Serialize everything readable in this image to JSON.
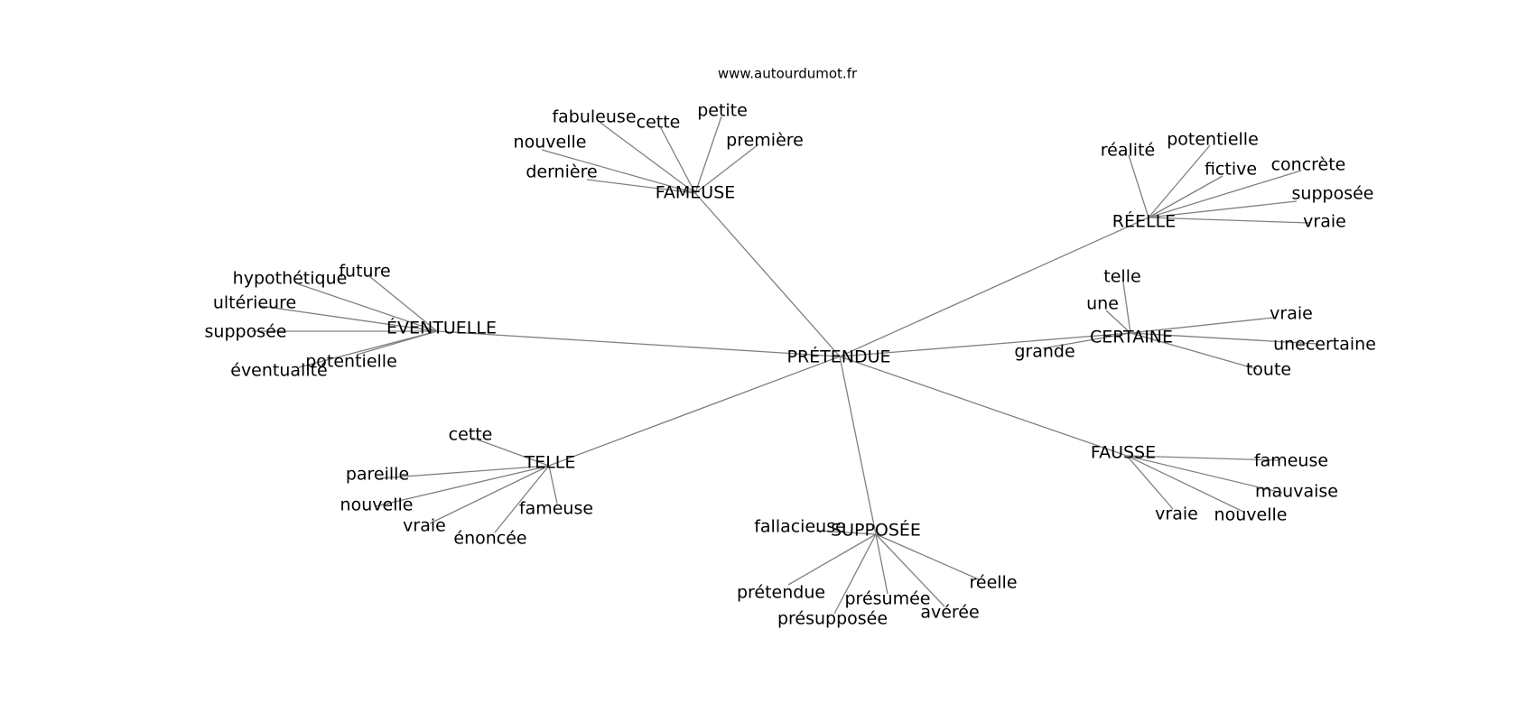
{
  "credit": "www.autourdumot.fr",
  "center": "PRÉTENDUE",
  "groups": [
    {
      "hub": "FAMEUSE",
      "leaves": [
        "fabuleuse",
        "cette",
        "petite",
        "première",
        "nouvelle",
        "dernière"
      ]
    },
    {
      "hub": "RÉELLE",
      "leaves": [
        "réalité",
        "potentielle",
        "fictive",
        "concrète",
        "supposée",
        "vraie"
      ]
    },
    {
      "hub": "ÉVENTUELLE",
      "leaves": [
        "hypothétique",
        "future",
        "ultérieure",
        "supposée",
        "potentielle",
        "éventualité"
      ]
    },
    {
      "hub": "CERTAINE",
      "leaves": [
        "telle",
        "une",
        "vraie",
        "unecertaine",
        "grande",
        "toute"
      ]
    },
    {
      "hub": "TELLE",
      "leaves": [
        "cette",
        "pareille",
        "nouvelle",
        "vraie",
        "énoncée",
        "fameuse"
      ]
    },
    {
      "hub": "FAUSSE",
      "leaves": [
        "fameuse",
        "mauvaise",
        "nouvelle",
        "vraie"
      ]
    },
    {
      "hub": "SUPPOSÉE",
      "leaves": [
        "fallacieuse",
        "prétendue",
        "présumée",
        "présupposée",
        "avérée",
        "réelle"
      ]
    }
  ]
}
